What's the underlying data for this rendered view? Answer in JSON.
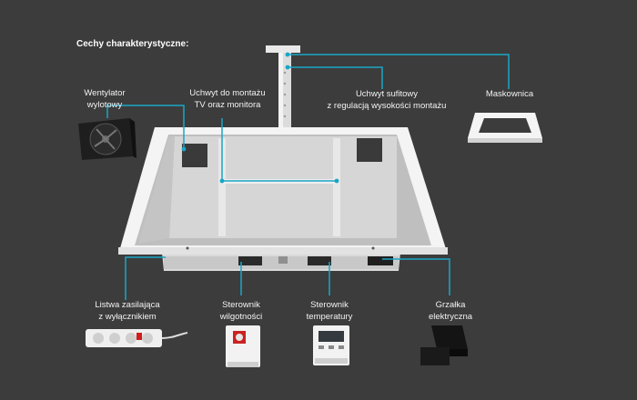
{
  "heading": "Cechy charakterystyczne:",
  "accent_color": "#1aa6c6",
  "labels": {
    "fan": [
      "Wentylator",
      "wylotowy"
    ],
    "tv_mount": [
      "Uchwyt  do montażu",
      "TV oraz monitora"
    ],
    "ceiling_mount": [
      "Uchwyt sufitowy",
      "z regulacją wysokości montażu"
    ],
    "mask": [
      "Maskownica"
    ],
    "power_strip": [
      "Listwa zasilająca",
      "z wyłącznikiem"
    ],
    "humidity": [
      "Sterownik",
      "wilgotności"
    ],
    "temperature": [
      "Sterownik",
      "temperatury"
    ],
    "heater": [
      "Grzałka",
      "elektryczna"
    ]
  },
  "icons": {
    "fan": "fan-icon",
    "mask": "frame-icon",
    "power_strip": "power-strip-icon",
    "humidity": "humidity-controller-icon",
    "temperature": "thermostat-icon",
    "heater": "heater-icon"
  }
}
